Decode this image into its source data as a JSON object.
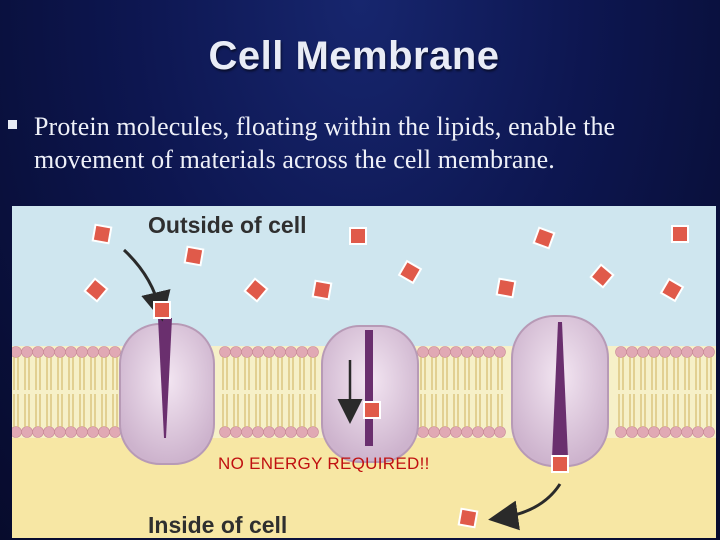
{
  "slide": {
    "title": "Cell Membrane",
    "bullet": "Protein molecules, floating within the lipids, enable the movement of materials across the cell membrane."
  },
  "diagram": {
    "outside_label": "Outside of cell",
    "inside_label": "Inside of cell",
    "energy_label": "NO ENERGY REQUIRED!!"
  },
  "colors": {
    "background": "#0d1650",
    "outside_fluid": "#cfe6ef",
    "inside_fluid": "#f7e7a4",
    "protein": "#e6d3e6",
    "protein_channel": "#6a2f6e",
    "molecule": "#e05a4a",
    "energy_text": "#c01010"
  },
  "icons": [
    "bullet-square-icon",
    "arrow-icon",
    "molecule-icon"
  ]
}
